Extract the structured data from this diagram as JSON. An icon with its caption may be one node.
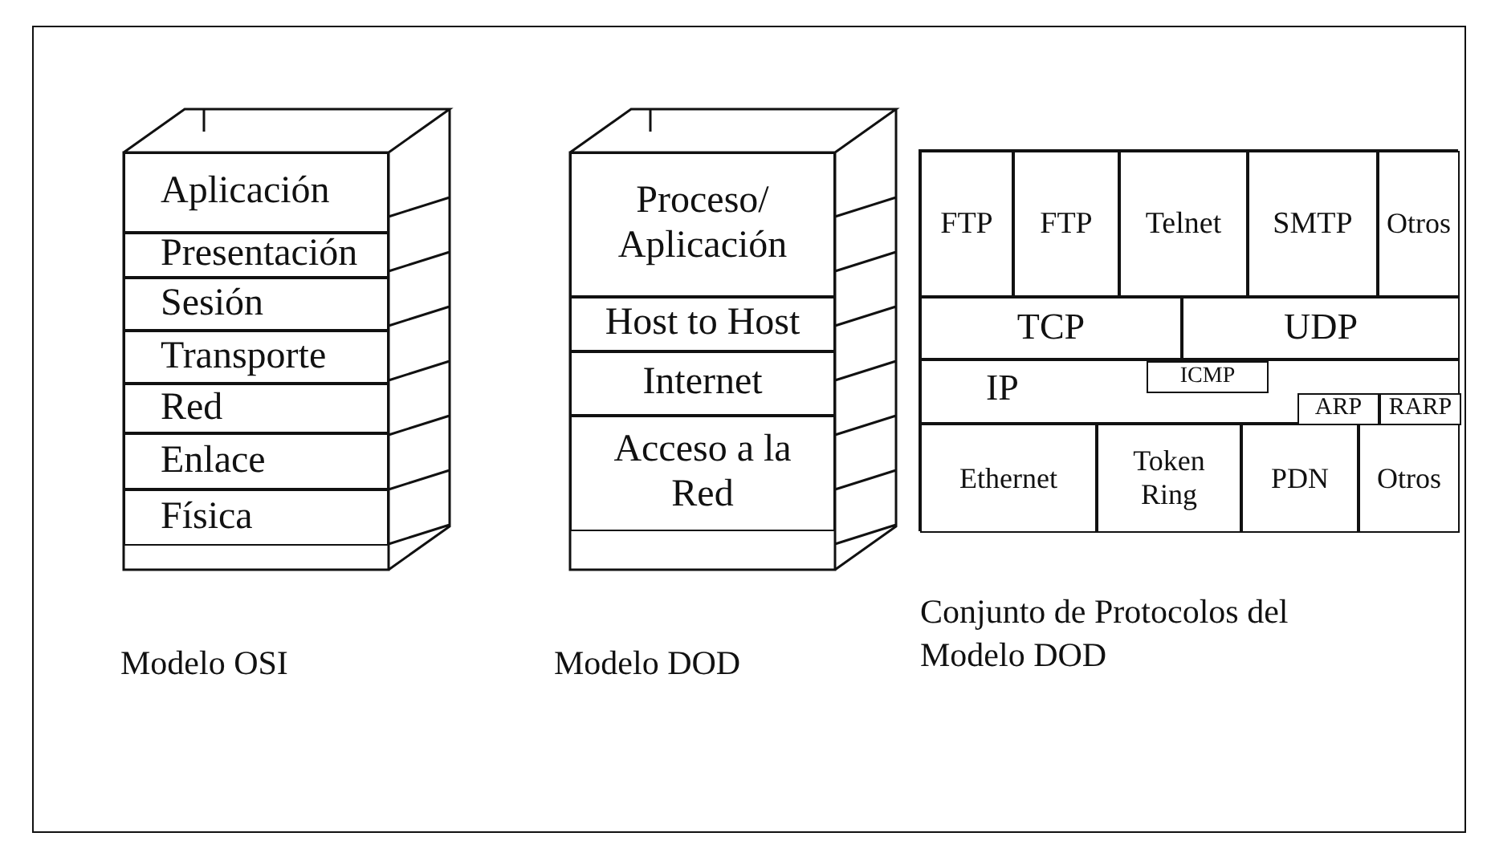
{
  "diagram": {
    "nodes": [
      {
        "text": [],
        "shape": "box",
        "beside": [
          "Modelo OSI"
        ]
      },
      {
        "text": [
          "Aplicación"
        ],
        "in": 0
      },
      {
        "text": [
          "Presentación"
        ],
        "in": 0
      },
      {
        "text": [
          "Sesión"
        ],
        "in": 0
      },
      {
        "text": [
          "Transporte"
        ],
        "in": 0
      },
      {
        "text": [
          "Red"
        ],
        "in": 0
      },
      {
        "text": [
          "Enlace"
        ],
        "in": 0
      },
      {
        "text": [
          "Física"
        ],
        "in": 0
      },
      {
        "text": [],
        "shape": "box",
        "beside": [
          "Modelo DOD"
        ]
      },
      {
        "text": [
          "Proceso/ Aplicación"
        ],
        "in": 8
      },
      {
        "text": [
          "Host to Host"
        ],
        "in": 8
      },
      {
        "text": [
          "Internet"
        ],
        "in": 8
      },
      {
        "text": [
          "Acceso a la Red"
        ],
        "in": 8
      },
      {
        "text": [],
        "shape": "box",
        "beside": [
          "Conjunto de Protocolos del Modelo DOD"
        ]
      },
      {
        "text": [
          "FTP"
        ],
        "in": 13
      },
      {
        "text": [
          "FTP"
        ],
        "in": 13
      },
      {
        "text": [
          "Telnet"
        ],
        "in": 13
      },
      {
        "text": [
          "SMTP"
        ],
        "in": 13
      },
      {
        "text": [
          "Otros"
        ],
        "in": 13
      },
      {
        "text": [
          "TCP"
        ],
        "in": 13
      },
      {
        "text": [
          "UDP"
        ],
        "in": 13
      },
      {
        "text": [
          "IP"
        ],
        "in": 13
      },
      {
        "text": [
          "ICMP"
        ],
        "in": 21
      },
      {
        "text": [
          "ARP"
        ],
        "in": 21
      },
      {
        "text": [
          "RARP"
        ],
        "in": 21
      },
      {
        "text": [
          "Ethernet"
        ],
        "in": 13
      },
      {
        "text": [
          "Token Ring"
        ],
        "in": 13
      },
      {
        "text": [
          "PDN"
        ],
        "in": 13
      },
      {
        "text": [
          "Otros"
        ],
        "in": 13
      }
    ]
  }
}
